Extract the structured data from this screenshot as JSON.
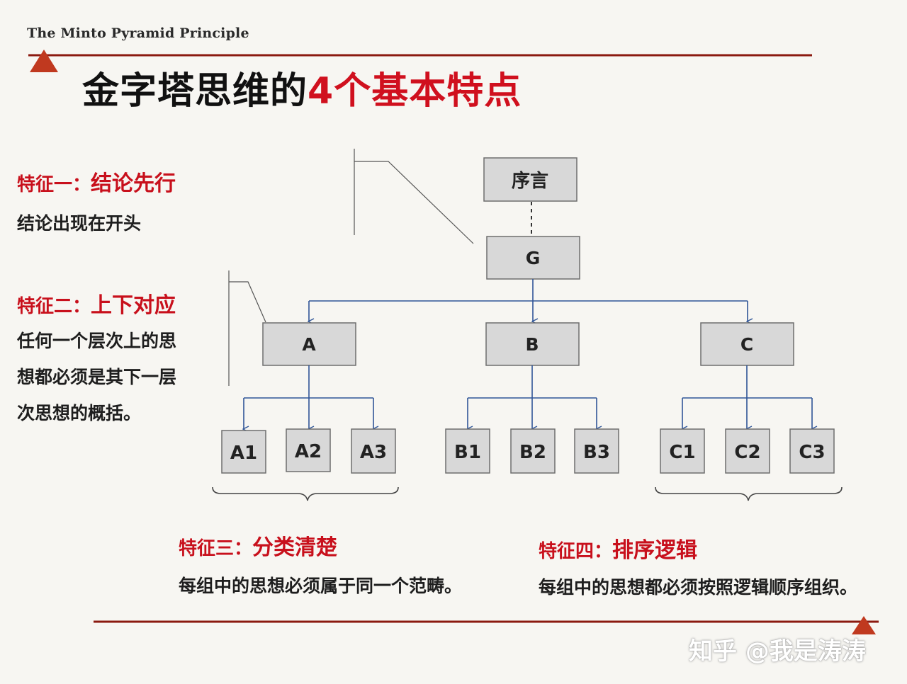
{
  "header": {
    "subtitle": "The Minto Pyramid Principle"
  },
  "title": {
    "main": "金字塔思维的",
    "highlight": "4个基本特点"
  },
  "features": [
    {
      "prefix": "特征一：",
      "name": "结论先行",
      "desc": [
        "结论出现在开头"
      ]
    },
    {
      "prefix": "特征二：",
      "name": "上下对应",
      "desc": [
        "任何一个层次上的思",
        "想都必须是其下一层",
        "次思想的概括。"
      ]
    },
    {
      "prefix": "特征三：",
      "name": "分类清楚",
      "desc": [
        "每组中的思想必须属于同一个范畴。"
      ]
    },
    {
      "prefix": "特征四：",
      "name": "排序逻辑",
      "desc": [
        "每组中的思想都必须按照逻辑顺序组织。"
      ]
    }
  ],
  "diagram": {
    "intro": "序言",
    "root": "G",
    "groups": [
      {
        "label": "A",
        "children": [
          "A1",
          "A2",
          "A3"
        ]
      },
      {
        "label": "B",
        "children": [
          "B1",
          "B2",
          "B3"
        ]
      },
      {
        "label": "C",
        "children": [
          "C1",
          "C2",
          "C3"
        ]
      }
    ]
  },
  "colors": {
    "accent_red": "#c8101c",
    "rule_line": "#8b1a10",
    "triangle": "#c0391f",
    "box_fill": "#d8d8d8",
    "box_border": "#6e6e6e",
    "connector": "#2f5597"
  },
  "watermark": "知乎 @我是涛涛"
}
